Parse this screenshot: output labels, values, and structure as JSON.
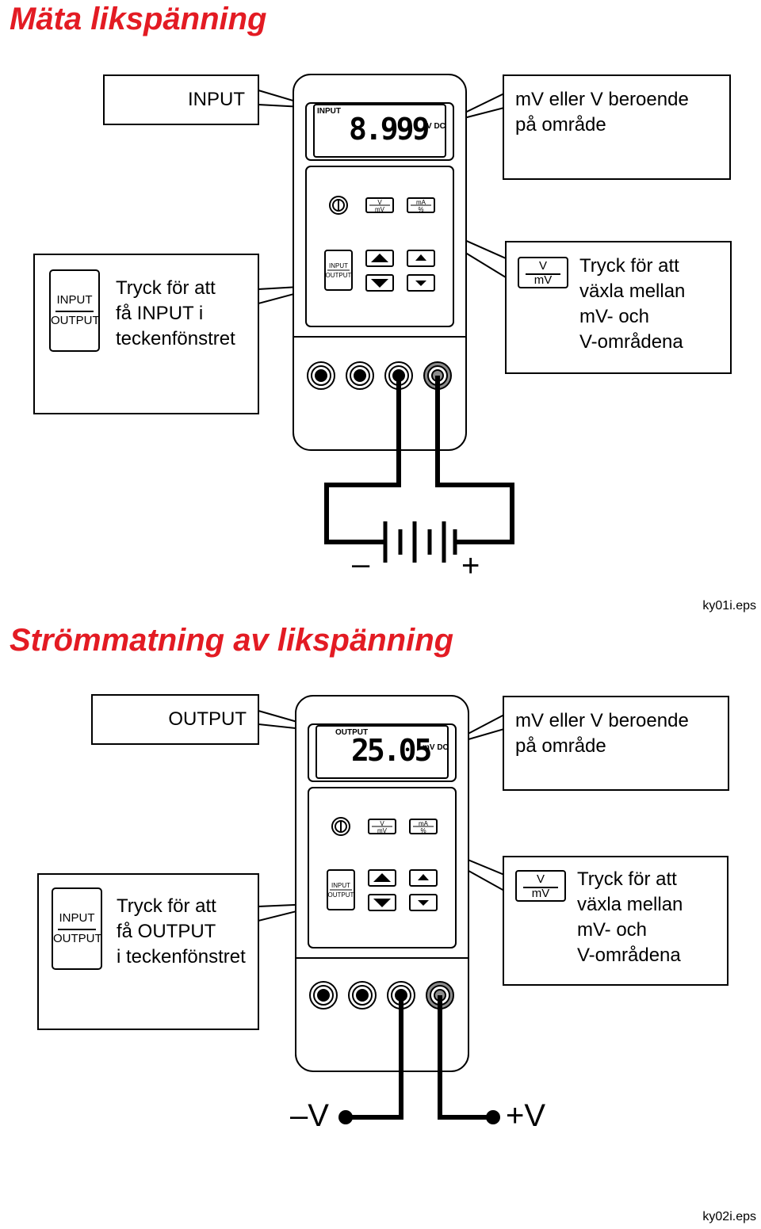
{
  "section1": {
    "title": "Mäta likspänning",
    "callout_input": "INPUT",
    "callout_range": [
      "mV eller V beroende",
      "på område"
    ],
    "callout_toggle": [
      "Tryck för att",
      "få INPUT i",
      "teckenfönstret"
    ],
    "callout_vmv": [
      "Tryck för att",
      "växla mellan",
      "mV- och",
      "V-områdena"
    ],
    "display_label": "INPUT",
    "display_value": "8.999",
    "display_unit": "V DC",
    "key_top": "INPUT",
    "key_bottom": "OUTPUT",
    "vmv_top": "V",
    "vmv_bottom": "mV",
    "ma_top": "mA",
    "ma_bottom": "%",
    "minus": "–",
    "plus": "+",
    "file": "ky01i.eps"
  },
  "section2": {
    "title": "Strömmatning av likspänning",
    "callout_output": "OUTPUT",
    "callout_range": [
      "mV eller V beroende",
      "på område"
    ],
    "callout_toggle": [
      "Tryck för att",
      "få OUTPUT",
      "i teckenfönstret"
    ],
    "callout_vmv": [
      "Tryck för att",
      "växla mellan",
      "mV- och",
      "V-områdena"
    ],
    "display_label": "OUTPUT",
    "display_value": "25.05",
    "display_unit": "mV DC",
    "key_top": "INPUT",
    "key_bottom": "OUTPUT",
    "vmv_top": "V",
    "vmv_bottom": "mV",
    "ma_top": "mA",
    "ma_bottom": "%",
    "minus": "–V",
    "plus": "+V",
    "file": "ky02i.eps"
  },
  "colors": {
    "title": "#e31b23",
    "line": "#000000",
    "jack_gray": "#8c8c8c"
  }
}
